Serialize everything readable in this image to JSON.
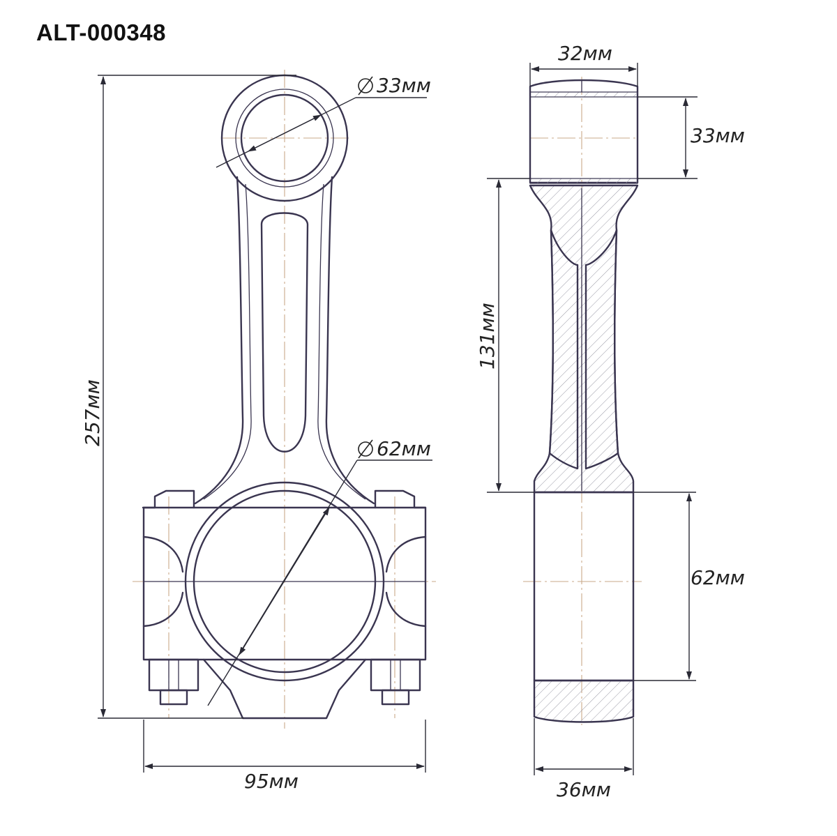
{
  "title": "ALT-000348",
  "dimensions": {
    "overall_length": "257мм",
    "small_bore": "33мм",
    "big_bore": "62мм",
    "cap_width": "95мм",
    "small_end_width": "32мм",
    "small_end_height": "33мм",
    "beam_length": "131мм",
    "big_end_height": "62мм",
    "big_end_width": "36мм"
  }
}
